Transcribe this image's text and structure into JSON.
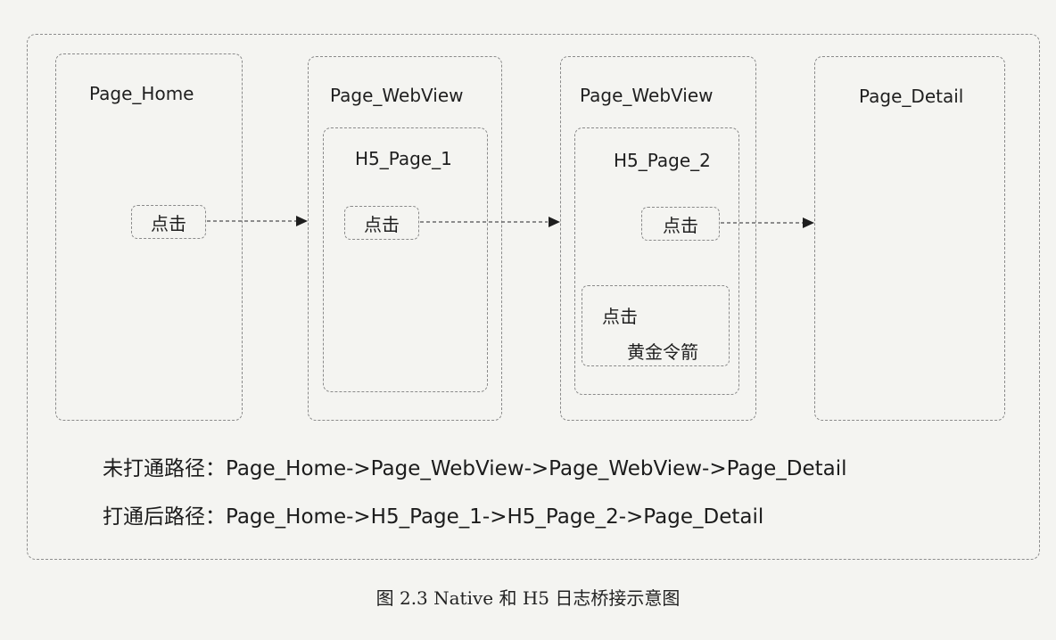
{
  "pages": [
    {
      "title": "Page_Home"
    },
    {
      "title": "Page_WebView",
      "inner_title": "H5_Page_1"
    },
    {
      "title": "Page_WebView",
      "inner_title": "H5_Page_2"
    },
    {
      "title": "Page_Detail"
    }
  ],
  "click_label": "点击",
  "gold_box": {
    "line1": "点击",
    "line2": "黄金令箭"
  },
  "paths": {
    "before": "未打通路径：Page_Home->Page_WebView->Page_WebView->Page_Detail",
    "after": "打通后路径：Page_Home->H5_Page_1->H5_Page_2->Page_Detail"
  },
  "caption": "图 2.3   Native 和 H5 日志桥接示意图"
}
